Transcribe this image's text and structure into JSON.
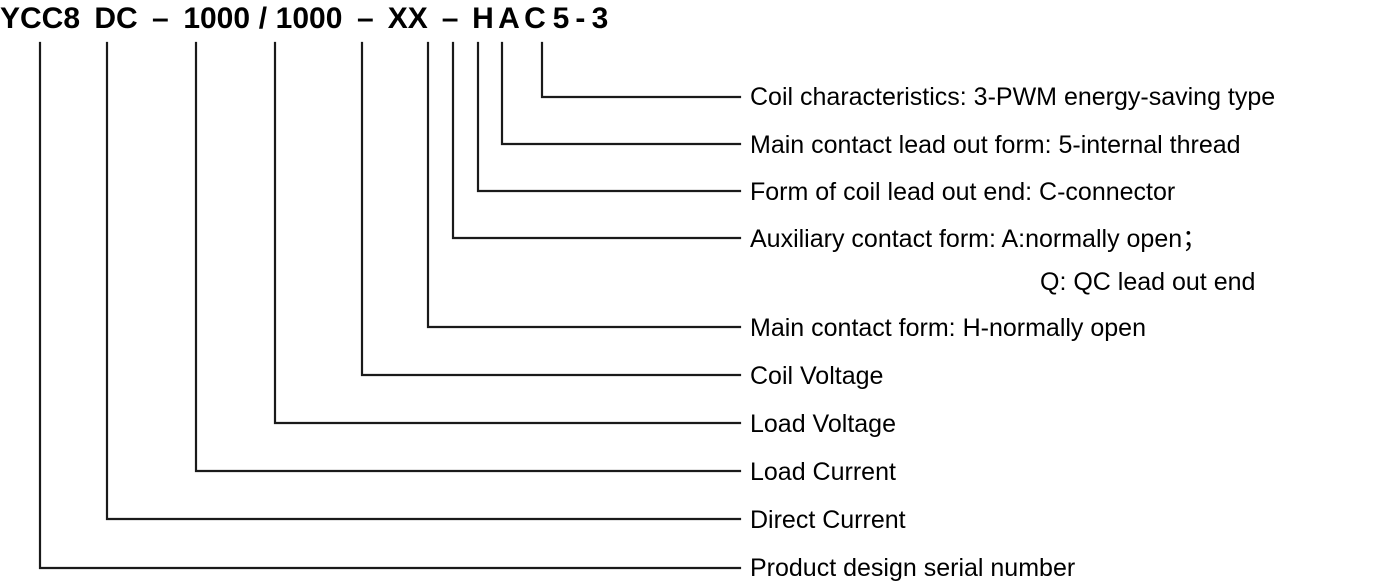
{
  "model_code": {
    "full_text": "YCC8 DC – 1000 / 1000 – XX – H A C 5 - 3",
    "segments": [
      {
        "key": "series",
        "text": "YCC8"
      },
      {
        "key": "current_type",
        "text": "DC"
      },
      {
        "key": "sep1",
        "text": "–"
      },
      {
        "key": "load_current",
        "text": "1000"
      },
      {
        "key": "slash",
        "text": "/"
      },
      {
        "key": "load_voltage",
        "text": "1000"
      },
      {
        "key": "sep2",
        "text": "–"
      },
      {
        "key": "coil_voltage",
        "text": "XX"
      },
      {
        "key": "sep3",
        "text": "–"
      },
      {
        "key": "main_contact",
        "text": "H"
      },
      {
        "key": "aux_contact",
        "text": "A"
      },
      {
        "key": "coil_lead_out",
        "text": "C"
      },
      {
        "key": "lead_out_form",
        "text": "5"
      },
      {
        "key": "sep4",
        "text": "-"
      },
      {
        "key": "coil_char",
        "text": "3"
      }
    ]
  },
  "callouts": [
    {
      "key": "coil-characteristics",
      "label": "Coil characteristics: 3-PWM energy-saving type",
      "sub_label": ""
    },
    {
      "key": "main-contact-lead-out-form",
      "label": "Main contact lead out form: 5-internal thread",
      "sub_label": ""
    },
    {
      "key": "form-of-coil-lead-out-end",
      "label": "Form of coil lead out end: C-connector",
      "sub_label": ""
    },
    {
      "key": "auxiliary-contact-form",
      "label": "Auxiliary contact form: A:normally open；",
      "sub_label": "Q: QC lead out end"
    },
    {
      "key": "main-contact-form",
      "label": "Main contact form: H-normally open",
      "sub_label": ""
    },
    {
      "key": "coil-voltage",
      "label": "Coil Voltage",
      "sub_label": ""
    },
    {
      "key": "load-voltage",
      "label": "Load Voltage",
      "sub_label": ""
    },
    {
      "key": "load-current",
      "label": "Load Current",
      "sub_label": ""
    },
    {
      "key": "direct-current",
      "label": "Direct Current",
      "sub_label": ""
    },
    {
      "key": "product-design-serial-number",
      "label": "Product design serial number",
      "sub_label": ""
    }
  ],
  "style": {
    "line_color": "#1a1a1a",
    "text_color": "#000000",
    "background": "#ffffff"
  }
}
